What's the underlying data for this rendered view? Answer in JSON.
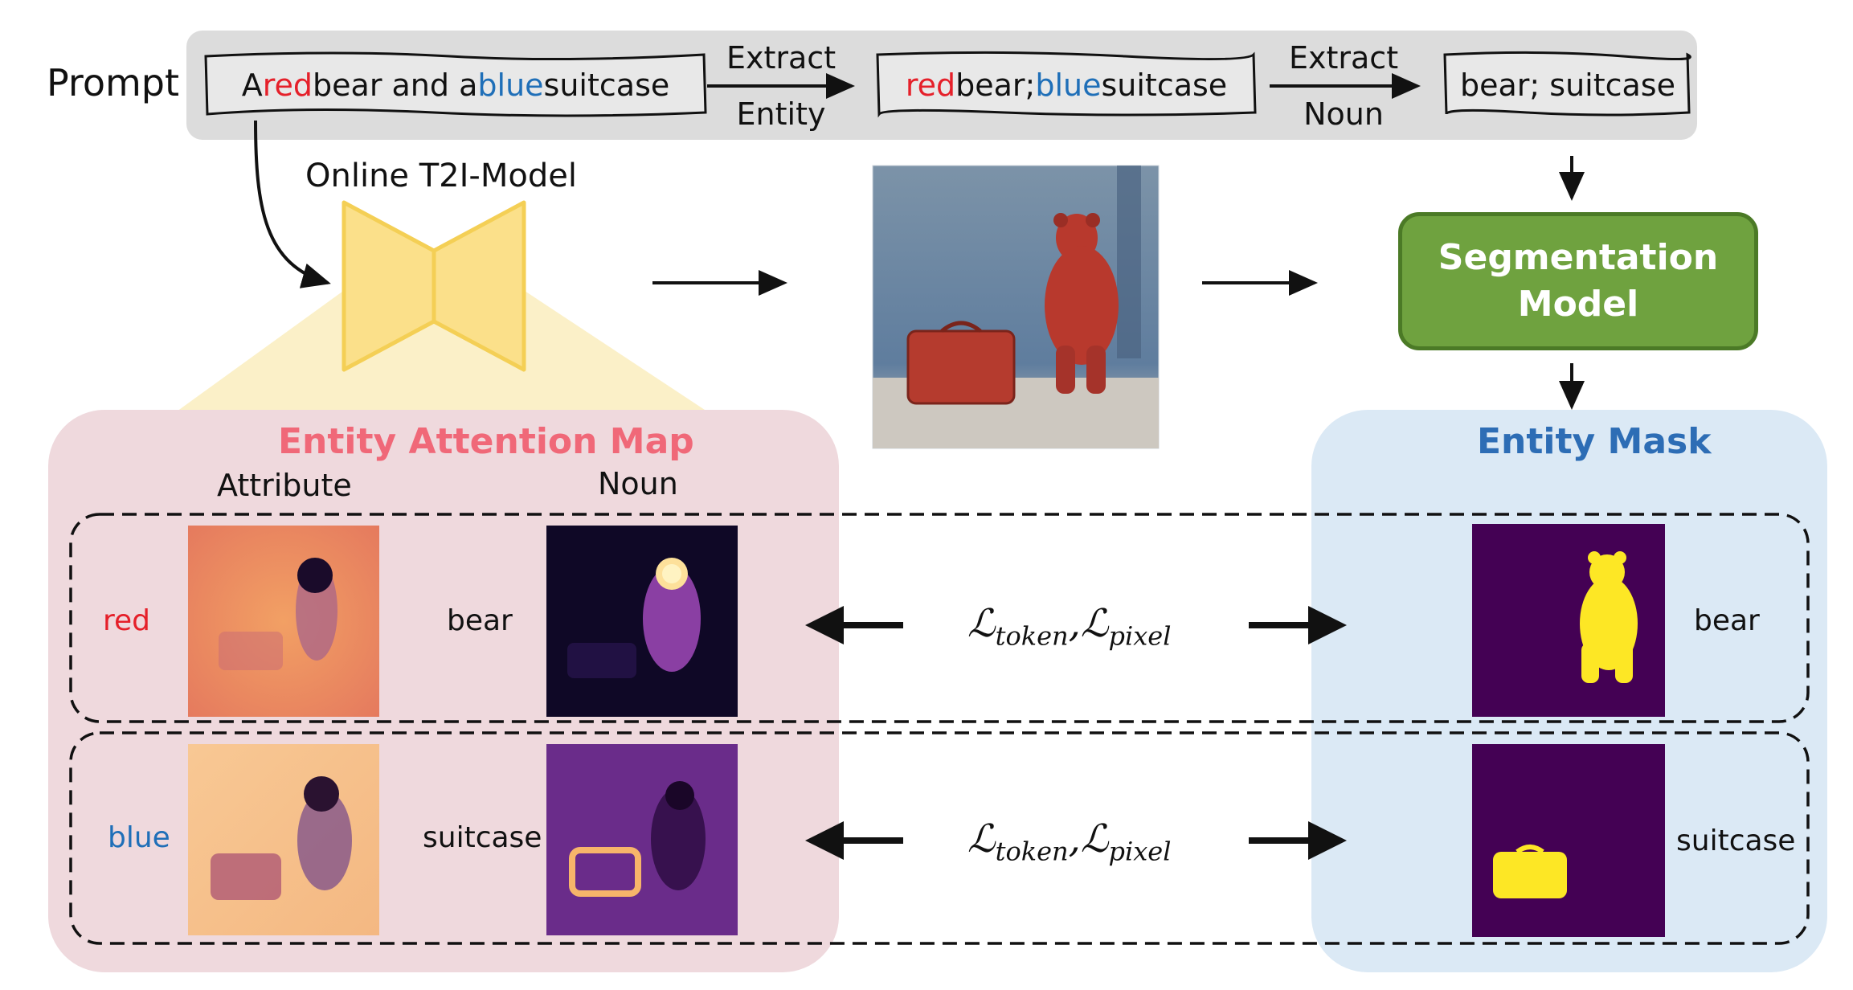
{
  "prompt": {
    "label": "Prompt",
    "sentence_parts": [
      {
        "text": "A ",
        "color": "default"
      },
      {
        "text": "red",
        "color": "#e5202a"
      },
      {
        "text": " bear and a ",
        "color": "default"
      },
      {
        "text": "blue",
        "color": "#1f6fb8"
      },
      {
        "text": " suitcase",
        "color": "default"
      }
    ],
    "extract_entity_top": "Extract",
    "extract_entity_bottom": "Entity",
    "entities_parts": [
      {
        "text": "red",
        "color": "#e5202a"
      },
      {
        "text": " bear; ",
        "color": "default"
      },
      {
        "text": "blue",
        "color": "#1f6fb8"
      },
      {
        "text": " suitcase",
        "color": "default"
      }
    ],
    "extract_noun_top": "Extract",
    "extract_noun_bottom": "Noun",
    "nouns": "bear; suitcase"
  },
  "model": {
    "t2i_label": "Online T2I-Model",
    "segmentation_line1": "Segmentation",
    "segmentation_line2": "Model"
  },
  "attention_panel": {
    "title": "Entity Attention Map",
    "col_attribute": "Attribute",
    "col_noun": "Noun",
    "rows": [
      {
        "attribute": "red",
        "attribute_color": "#e5202a",
        "noun": "bear"
      },
      {
        "attribute": "blue",
        "attribute_color": "#1f6fb8",
        "noun": "suitcase"
      }
    ]
  },
  "mask_panel": {
    "title": "Entity Mask",
    "rows": [
      {
        "noun": "bear"
      },
      {
        "noun": "suitcase"
      }
    ]
  },
  "loss": {
    "symbol": "ℒ",
    "token_sub": "token",
    "pixel_sub": "pixel",
    "separator": ","
  },
  "colors": {
    "prompt_bar": "#dcdcdc",
    "attention_panel": "#efd9dd",
    "mask_panel": "#dbe9f5",
    "bowtie": "#fbe08a",
    "segmentation": "#6fa23f",
    "mask_bg": "#440154",
    "mask_fg": "#fde725"
  }
}
